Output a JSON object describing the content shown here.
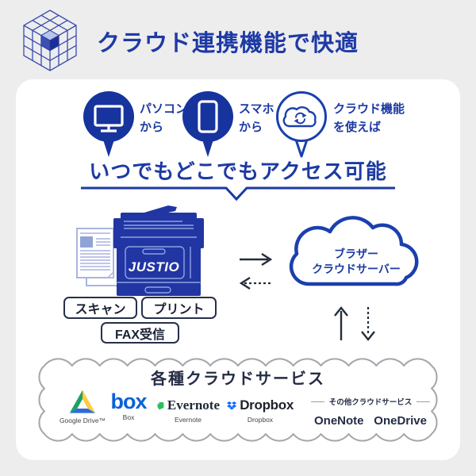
{
  "header": {
    "title": "クラウド連携機能で快適"
  },
  "bubbles": {
    "pc": {
      "line1": "パソコン",
      "line2": "から"
    },
    "phone": {
      "line1": "スマホ",
      "line2": "から"
    },
    "cloud": {
      "line1": "クラウド機能",
      "line2": "を使えば"
    }
  },
  "headline": {
    "text": "いつでもどこでもアクセス可能"
  },
  "printer": {
    "brand": "JUSTIO"
  },
  "tags": [
    "スキャン",
    "プリント",
    "FAX受信"
  ],
  "cloud_server": {
    "line1": "ブラザー",
    "line2": "クラウドサーバー"
  },
  "services": {
    "title": "各種クラウドサービス",
    "google_drive_caption": "Google Drive™",
    "box_wordmark": "box",
    "box_caption": "Box",
    "evernote_wordmark": "Evernote",
    "evernote_caption": "Evernote",
    "dropbox_wordmark": "Dropbox",
    "dropbox_caption": "Dropbox",
    "others_title": "その他クラウドサービス",
    "onenote": "OneNote",
    "onedrive": "OneDrive"
  },
  "colors": {
    "background": "#ededee",
    "primary_blue": "#16339e",
    "accent_blue": "#1b3fae",
    "headline_blue": "#1d3aa3",
    "printer_blue": "#2136a3",
    "navy_text": "#1a2235",
    "arrow": "#242d3b",
    "box_blue": "#0b63d6",
    "dropbox_blue": "#0062ff",
    "evernote_green": "#2dbe60",
    "drive_green": "#1da261",
    "drive_yellow": "#ffcd40",
    "drive_blue": "#2f6ad9",
    "cloud_border_gray": "#a3a7ad"
  }
}
